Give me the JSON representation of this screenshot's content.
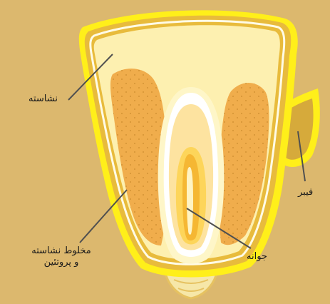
{
  "diagram": {
    "labels": {
      "starch": "نشاسته",
      "fiber": "فیبر",
      "mixture_line1": "مخلوط نشاسته",
      "mixture_line2": "و پروتئین",
      "germ": "جوانه"
    },
    "colors": {
      "background": "#dcb86e",
      "outer_rim": "#ffef1a",
      "hull": "#e8bb3c",
      "starch": "#fdf0b0",
      "mixture": "#f0ad4c",
      "germ_white": "#ffffff",
      "germ_yellow": "#fdd55a",
      "germ_core": "#f5b733",
      "fiber": "#d6aa3b",
      "leader_line": "#505050"
    }
  }
}
